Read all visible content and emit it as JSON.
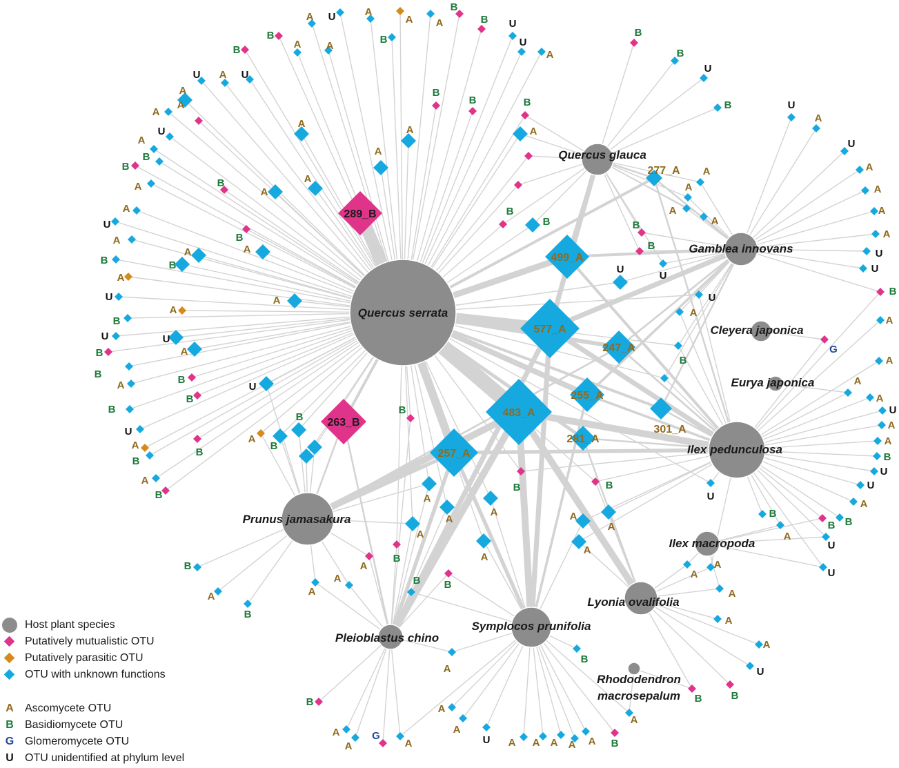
{
  "colors": {
    "host": "#8c8c8c",
    "mutualistic": "#e0338a",
    "parasitic": "#d58a1b",
    "unknown": "#16a9df",
    "edge": "#d3d3d3",
    "A": "#8f6a1e",
    "B": "#1d7a3b",
    "G": "#23479a",
    "U": "#111111"
  },
  "hosts": [
    {
      "id": "qs",
      "name": "Quercus serrata"
    },
    {
      "id": "qg",
      "name": "Quercus glauca"
    },
    {
      "id": "gi",
      "name": "Gamblea innovans"
    },
    {
      "id": "cj",
      "name": "Cleyera japonica"
    },
    {
      "id": "ej",
      "name": "Eurya japonica"
    },
    {
      "id": "ip",
      "name": "Ilex pedunculosa"
    },
    {
      "id": "im",
      "name": "Ilex macropoda"
    },
    {
      "id": "pj",
      "name": "Prunus jamasakura"
    },
    {
      "id": "lo",
      "name": "Lyonia ovalifolia"
    },
    {
      "id": "sp",
      "name": "Symplocos prunifolia"
    },
    {
      "id": "pc",
      "name": "Pleioblastus chino"
    },
    {
      "id": "rm",
      "name": "Rhododendron macrosepalum"
    }
  ],
  "key_otus": [
    "289_B",
    "263_B",
    "499_A",
    "577_A",
    "483_A",
    "257_A",
    "247_A",
    "255_A",
    "281_A",
    "301_A",
    "277_A"
  ],
  "legend": {
    "host": "Host plant species",
    "mutualistic": "Putatively mutualistic OTU",
    "parasitic": "Putatively parasitic OTU",
    "unknown": "OTU with unknown functions",
    "ascomycete": {
      "letter": "A",
      "label": "Ascomycete OTU"
    },
    "basidiomycete": {
      "letter": "B",
      "label": "Basidiomycete OTU"
    },
    "glomeromycete": {
      "letter": "G",
      "label": "Glomeromycete OTU"
    },
    "unidentified": {
      "letter": "U",
      "label": "OTU unidentified at phylum level"
    }
  }
}
